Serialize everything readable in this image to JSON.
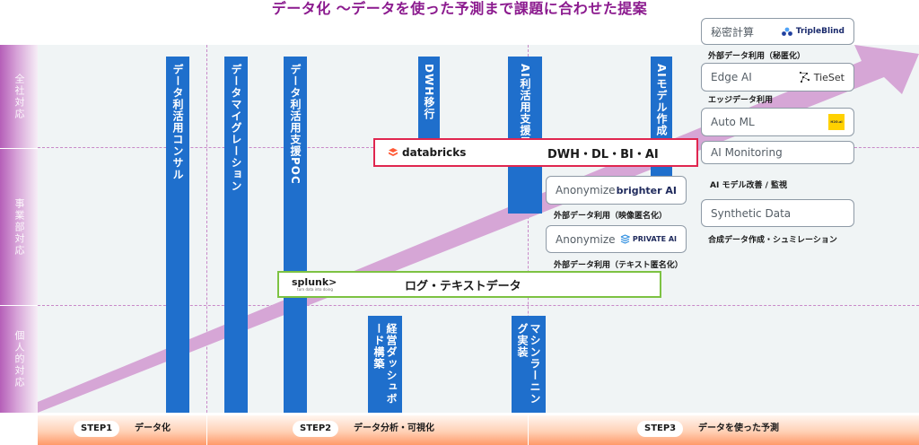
{
  "title": "データ化 ～データを使った予測まで課題に合わせた提案",
  "rows": [
    {
      "label": "全社対応"
    },
    {
      "label": "事業部対応"
    },
    {
      "label": "個人的対応"
    }
  ],
  "bars": [
    {
      "label": "データ利活用コンサル"
    },
    {
      "label": "データマイグレーション"
    },
    {
      "label": "データ利活用支援POC"
    },
    {
      "label": "DWH移行"
    },
    {
      "label": "AI利活用支援POC"
    },
    {
      "label": "AIモデル作成"
    },
    {
      "label": "経営ダッシュボード構築"
    },
    {
      "label": "マシンラーニング実装"
    }
  ],
  "platforms": {
    "databricks": {
      "logo": "databricks",
      "text": "DWH・DL・BI・AI",
      "border_color": "#e0264f"
    },
    "splunk": {
      "logo": "splunk>",
      "logo_sub": "turn data into doing",
      "text": "ログ・テキストデータ",
      "border_color": "#7dc242"
    }
  },
  "cards": {
    "triple_blind": {
      "label": "秘密計算",
      "brand": "TripleBlind",
      "caption": "外部データ利用（秘匿化）"
    },
    "edge_ai": {
      "label": "Edge AI",
      "brand": "TieSet",
      "caption": "エッジデータ利用"
    },
    "auto_ml": {
      "label": "Auto ML",
      "brand": "H2O.ai"
    },
    "ai_monitoring": {
      "label": "AI Monitoring",
      "caption": "AI モデル改善 / 監視"
    },
    "synthetic": {
      "label": "Synthetic Data",
      "caption": "合成データ作成・シュミレーション"
    },
    "brighter": {
      "label": "Anonymize",
      "brand": "brighter AI",
      "caption": "外部データ利用（映像匿名化）"
    },
    "private_ai": {
      "label": "Anonymize",
      "brand": "PRIVATE AI",
      "caption": "外部データ利用（テキスト匿名化）"
    }
  },
  "steps": [
    {
      "id": "STEP1",
      "label": "データ化"
    },
    {
      "id": "STEP2",
      "label": "データ分析・可視化"
    },
    {
      "id": "STEP3",
      "label": "データを使った予測"
    }
  ],
  "colors": {
    "title": "#8b1a8e",
    "bar": "#1f6fcc",
    "arrow": "#d6a6d6",
    "background": "#f0f4f5"
  }
}
